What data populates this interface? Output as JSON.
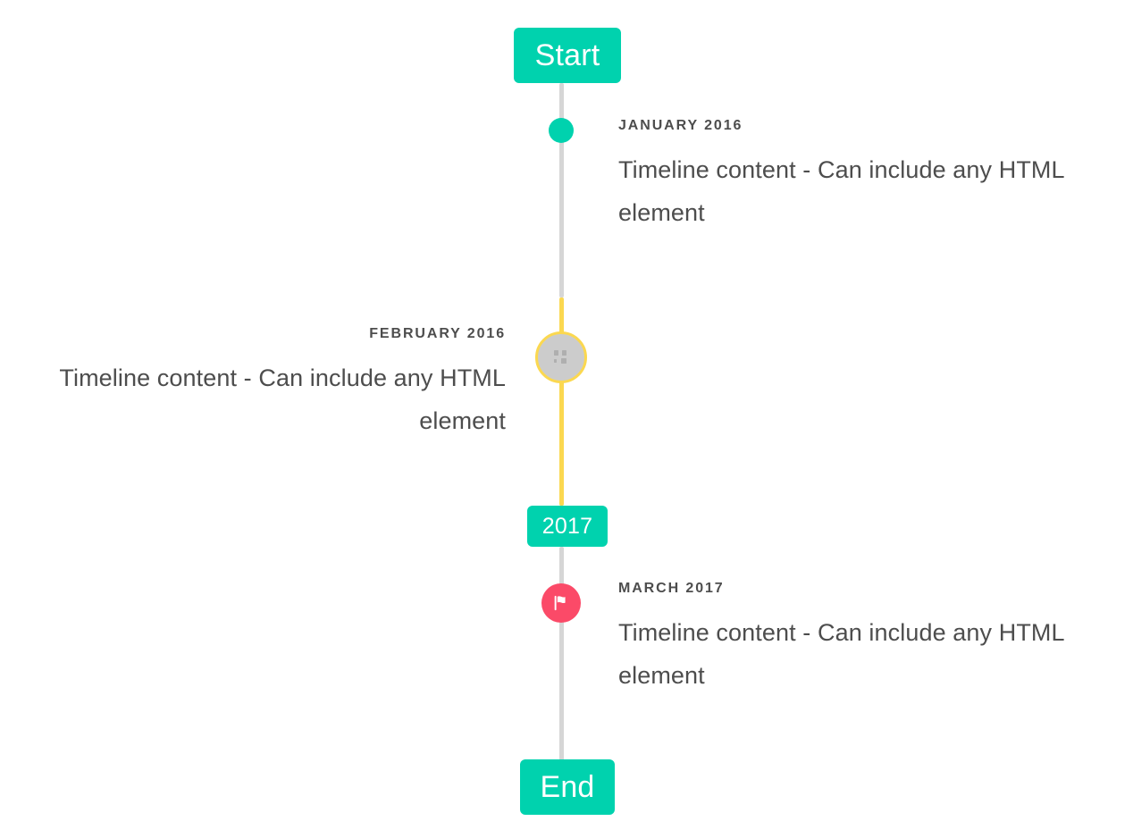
{
  "timeline": {
    "colors": {
      "accent_teal": "#00d2ae",
      "highlight_yellow": "#fbd850",
      "flag_pink": "#fb4a68",
      "line_grey": "#d6d6d6",
      "marker_grey": "#cccccc",
      "text_grey": "#4d4d4d"
    },
    "caps": {
      "start_label": "Start",
      "middle_label": "2017",
      "end_label": "End"
    },
    "entries": [
      {
        "id": "january-2016",
        "date": "January 2016",
        "body": "Timeline content - Can include any HTML element",
        "side": "right",
        "marker": "dot-icon"
      },
      {
        "id": "february-2016",
        "date": "February 2016",
        "body": "Timeline content - Can include any HTML element",
        "side": "left",
        "marker": "broken-image-icon"
      },
      {
        "id": "march-2017",
        "date": "March 2017",
        "body": "Timeline content - Can include any HTML element",
        "side": "right",
        "marker": "flag-icon"
      }
    ]
  }
}
